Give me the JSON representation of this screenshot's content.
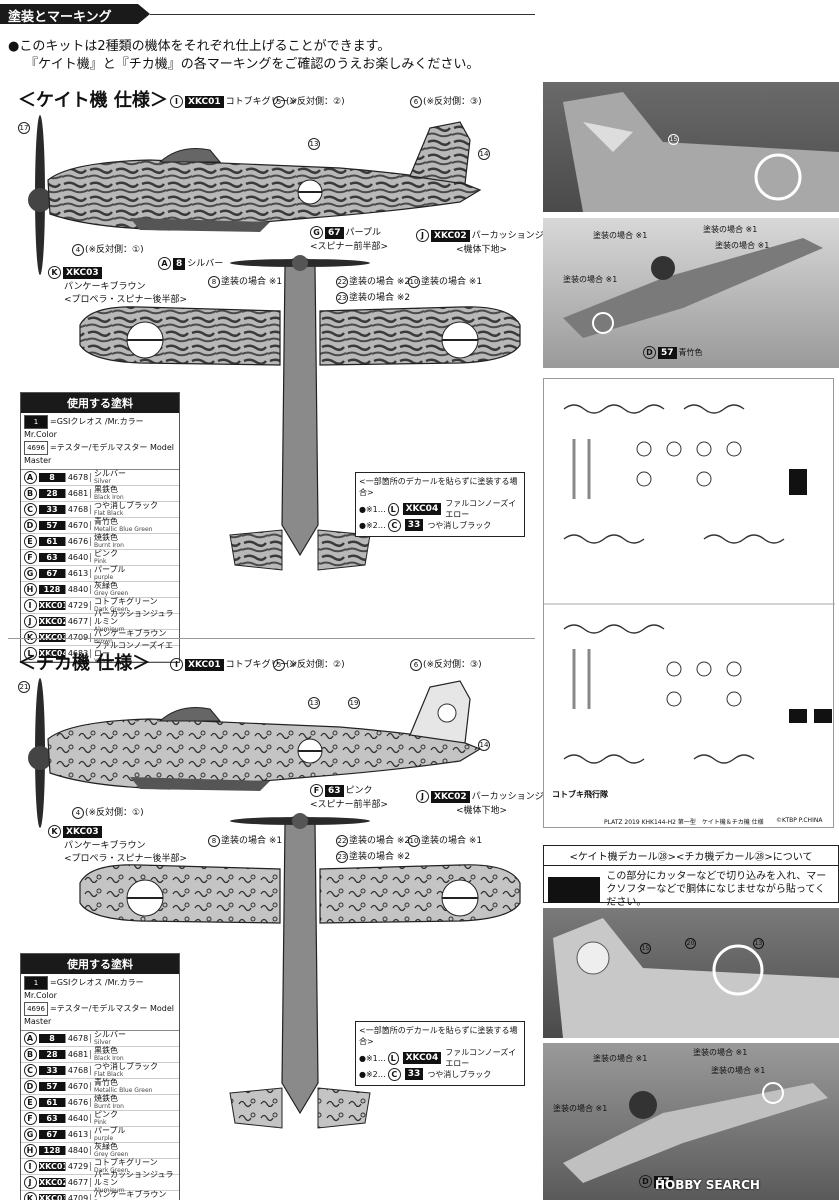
{
  "header": {
    "title": "塗装とマーキング"
  },
  "intro": {
    "line1": "●このキットは2種類の機体をそれぞれ仕上げることができます。",
    "line2": "『ケイト機』と『チカ機』の各マーキングをご確認のうえお楽しみください。"
  },
  "sections": [
    {
      "title": "＜ケイト機 仕様＞",
      "callouts": {
        "i_code": "XKC01",
        "i_name": "コトブキグリーン",
        "c5": "(※反対側：②)",
        "c6": "(※反対側：③)",
        "c4": "(※反対側：①)",
        "j_code": "XKC02",
        "j_name": "パーカッションジュラルミン",
        "j_sub": "<機体下地>",
        "g_code": "67",
        "g_name": "パープル",
        "g_sub": "<スピナー前半部>",
        "k_code": "XKC03",
        "k_name": "パンケーキブラウン",
        "k_sub": "<プロペラ・スピナー後半部>",
        "a_code": "8",
        "a_name": "シルバー",
        "c8": "塗装の場合 ※1",
        "c22": "塗装の場合 ※2",
        "c23": "塗装の場合 ※2",
        "c10": "塗装の場合 ※1"
      }
    },
    {
      "title": "＜チカ機 仕様＞",
      "callouts": {
        "i_code": "XKC01",
        "i_name": "コトブキグリーン",
        "c5": "(※反対側：②)",
        "c6": "(※反対側：③)",
        "c4": "(※反対側：①)",
        "j_code": "XKC02",
        "j_name": "パーカッションジュラルミン",
        "j_sub": "<機体下地>",
        "f_code": "63",
        "f_name": "ピンク",
        "f_sub": "<スピナー前半部>",
        "k_code": "XKC03",
        "k_name": "パンケーキブラウン",
        "k_sub": "<プロペラ・スピナー後半部>",
        "c8": "塗装の場合 ※1",
        "c22": "塗装の場合 ※2",
        "c23": "塗装の場合 ※2",
        "c10": "塗装の場合 ※1"
      }
    }
  ],
  "paint_table": {
    "title": "使用する塗料",
    "legend1_code": "1",
    "legend1_text": "=GSIクレオス /Mr.カラー Mr.Color",
    "legend2_code": "4696",
    "legend2_text": "=テスター/モデルマスター Model Master",
    "rows": [
      {
        "letter": "A",
        "code": "8",
        "mm": "4678",
        "jp": "シルバー",
        "en": "Silver"
      },
      {
        "letter": "B",
        "code": "28",
        "mm": "4681",
        "jp": "黒鉄色",
        "en": "Black Iron"
      },
      {
        "letter": "C",
        "code": "33",
        "mm": "4768",
        "jp": "つや消しブラック",
        "en": "Flat Black"
      },
      {
        "letter": "D",
        "code": "57",
        "mm": "4670",
        "jp": "青竹色",
        "en": "Metallic Blue Green"
      },
      {
        "letter": "E",
        "code": "61",
        "mm": "4676",
        "jp": "焼鉄色",
        "en": "Burnt Iron"
      },
      {
        "letter": "F",
        "code": "63",
        "mm": "4640",
        "jp": "ピンク",
        "en": "Pink"
      },
      {
        "letter": "G",
        "code": "67",
        "mm": "4613",
        "jp": "パープル",
        "en": "purple"
      },
      {
        "letter": "H",
        "code": "128",
        "mm": "4840",
        "jp": "灰緑色",
        "en": "Grey Green"
      },
      {
        "letter": "I",
        "code": "XKC01",
        "mm": "4729",
        "jp": "コトブキグリーン",
        "en": "Dark Green"
      },
      {
        "letter": "J",
        "code": "XKC02",
        "mm": "4677",
        "jp": "パーカッションジュラルミン",
        "en": "Aluminum"
      },
      {
        "letter": "K",
        "code": "XKC03",
        "mm": "4709",
        "jp": "パンケーキブラウン",
        "en": "Brown"
      },
      {
        "letter": "L",
        "code": "XKC04",
        "mm": "4683",
        "jp": "ファルコンノーズイエロー",
        "en": "Yellow"
      }
    ]
  },
  "decal_note": {
    "title": "<一部箇所のデカールを貼らずに塗装する場合>",
    "row1_mark": "●※1…",
    "row1_letter": "L",
    "row1_code": "XKC04",
    "row1_name": "ファルコンノーズイエロー",
    "row2_mark": "●※2…",
    "row2_letter": "C",
    "row2_code": "33",
    "row2_name": "つや消しブラック"
  },
  "right": {
    "photo1_labels": {
      "n15": "15"
    },
    "photo2_labels": {
      "c9": "塗装の場合 ※1",
      "c7": "塗装の場合 ※1",
      "c11": "塗装の場合 ※1",
      "c12": "塗装の場合 ※1",
      "d_code": "57",
      "d_name": "青竹色"
    },
    "decal_sheet_credit": "PLATZ 2019 KHK144-H2 第一型　ケイト機＆チカ機 仕様",
    "decal_sheet_logo": "コトブキ飛行隊",
    "decal_sheet_made": "©KTBP  P.CHINA",
    "decal_info_head": "<ケイト機デカール㉘><チカ機デカール㉘>について",
    "decal_info_text": "この部分にカッターなどで切り込みを入れ、マークソフターなどで胴体になじませながら貼ってください。",
    "photo4_labels": {
      "c9": "塗装の場合 ※1",
      "c7": "塗装の場合 ※1",
      "c11": "塗装の場合 ※1",
      "c12": "塗装の場合 ※1",
      "d_code": "57"
    }
  },
  "watermark": "HOBBY SEARCH"
}
